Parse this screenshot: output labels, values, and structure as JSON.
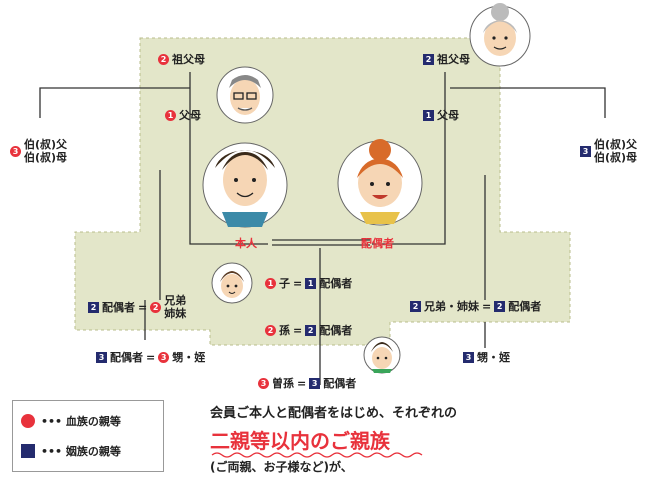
{
  "nodes": {
    "grandparent_blood": {
      "badge": "2",
      "text": "祖父母"
    },
    "grandparent_inlaw": {
      "badge": "2",
      "text": "祖父母"
    },
    "parent_blood": {
      "badge": "1",
      "text": "父母"
    },
    "parent_inlaw": {
      "badge": "1",
      "text": "父母"
    },
    "uncle_blood": {
      "badge": "3",
      "line1": "伯(叔)父",
      "line2": "伯(叔)母"
    },
    "uncle_inlaw": {
      "badge": "3",
      "line1": "伯(叔)父",
      "line2": "伯(叔)母"
    },
    "self": {
      "text": "本人"
    },
    "spouse": {
      "text": "配偶者"
    },
    "sibling_blood": {
      "badge1": "2",
      "spouse": "配偶者",
      "eq": "=",
      "badge2": "2",
      "line1": "兄弟",
      "line2": "姉妹"
    },
    "sibling_inlaw": {
      "badge1": "2",
      "text": "兄弟・姉妹",
      "eq": "=",
      "badge2": "2",
      "spouse": "配偶者"
    },
    "nephew_blood": {
      "badge1": "3",
      "spouse": "配偶者",
      "eq": "=",
      "badge2": "3",
      "text": "甥・姪"
    },
    "nephew_inlaw": {
      "badge": "3",
      "text": "甥・姪"
    },
    "child": {
      "badge1": "1",
      "text": "子",
      "eq": "=",
      "badge2": "1",
      "spouse": "配偶者"
    },
    "grandchild": {
      "badge1": "2",
      "text": "孫",
      "eq": "=",
      "badge2": "2",
      "spouse": "配偶者"
    },
    "great_grandchild": {
      "badge1": "3",
      "text": "曽孫",
      "eq": "=",
      "badge2": "3",
      "spouse": "配偶者"
    }
  },
  "legend": {
    "blood": "••• 血族の親等",
    "inlaw": "••• 姻族の親等"
  },
  "caption": {
    "line1": "会員ご本人と配偶者をはじめ、それぞれの",
    "line2": "二親等以内のご親族",
    "line3": "(ご両親、お子様など)が、"
  },
  "colors": {
    "blood": "#e8323c",
    "inlaw": "#242b6e",
    "area": "#e3e6c9",
    "lines": "#333333"
  }
}
